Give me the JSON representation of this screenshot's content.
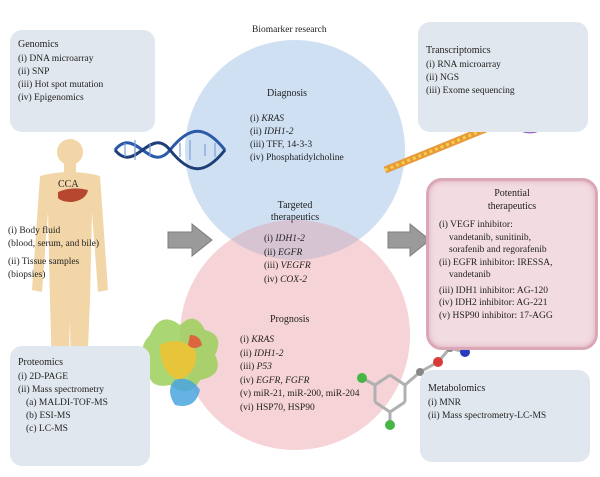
{
  "title": "Biomarker research",
  "genomics": {
    "title": "Genomics",
    "items": [
      "(i) DNA microarray",
      "(ii) SNP",
      "(iii) Hot spot mutation",
      "(iv) Epigenomics"
    ]
  },
  "transcriptomics": {
    "title": "Transcriptomics",
    "items": [
      "(i) RNA microarray",
      "(ii) NGS",
      "(iii) Exome sequencing"
    ]
  },
  "diagnosis": {
    "title": "Diagnosis",
    "items": [
      "(i) ",
      "KRAS",
      "(ii) ",
      "IDH1-2",
      "(iii) TFF, 14-3-3",
      "(iv) Phosphatidylcholine"
    ]
  },
  "targeted": {
    "title_1": "Targeted",
    "title_2": "therapeutics",
    "items": [
      "(i) ",
      "IDH1-2",
      "(ii) ",
      "EGFR",
      "(iii) ",
      "VEGFR",
      "(iv) ",
      "COX-2"
    ]
  },
  "prognosis": {
    "title": "Prognosis",
    "items": [
      "(i) ",
      "KRAS",
      "(ii) ",
      "IDH1-2",
      "(iii) ",
      "P53",
      "(iv) ",
      "EGFR, FGFR",
      "(v) miR-21, miR-200, miR-204",
      "(vi) HSP70, HSP90"
    ]
  },
  "cca": {
    "title": "CCA",
    "items": [
      "(i) Body fluid",
      "(blood, serum, and bile)",
      "(ii) Tissue samples",
      "(biopsies)"
    ]
  },
  "potential": {
    "title_1": "Potential",
    "title_2": "therapeutics",
    "items": [
      "(i) VEGF inhibitor:",
      "vandetanib, sunitinib,",
      "sorafenib and regorafenib",
      "(ii) EGFR inhibitor: IRESSA,",
      "vandetanib",
      "(iii) IDH1 inhibitor: AG-120",
      "(iv) IDH2 inhibitor: AG-221",
      "(v) HSP90 inhibitor: 17-AGG"
    ]
  },
  "proteomics": {
    "title": "Proteomics",
    "items": [
      "(i) 2D-PAGE",
      "(ii) Mass spectrometry",
      "(a) MALDI-TOF-MS",
      "(b) ESI-MS",
      "(c) LC-MS"
    ]
  },
  "metabolomics": {
    "title": "Metabolomics",
    "items": [
      "(i) MNR",
      "(ii) Mass spectrometry-LC-MS"
    ]
  },
  "colors": {
    "diagnosis_circle": "#cfe0f3",
    "prognosis_circle": "#f6d3d6",
    "overlap": "#d7c4d2",
    "box": "#e1e7ee",
    "potential_fill": "#f2dce2",
    "potential_border": "#d9a7b5",
    "body": "#f2d6a8",
    "arrow": "#9a9a9a"
  }
}
